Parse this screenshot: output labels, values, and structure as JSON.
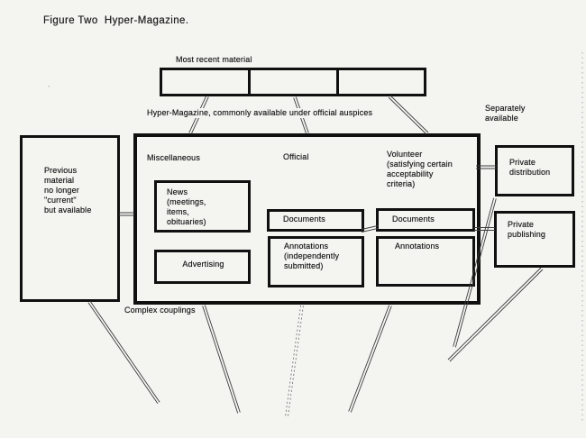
{
  "figure_title": "Figure Two  Hyper-Magazine.",
  "annotations": {
    "most_recent": "Most recent material",
    "availability": "Hyper-Magazine, commonly available under official auspices",
    "separately_available": "Separately\navailable",
    "complex_couplings": "Complex couplings"
  },
  "columns": {
    "miscellaneous": "Miscellaneous",
    "official": "Official",
    "volunteer": "Volunteer\n(satisfying certain\nacceptability\ncriteria)"
  },
  "boxes": {
    "previous_material": "Previous\nmaterial\nno longer\n\"current\"\nbut available",
    "news": "News\n(meetings,\nitems,\nobituaries)",
    "advertising": "Advertising",
    "documents_official": "Documents",
    "annotations_official": "Annotations\n(independently\nsubmitted)",
    "documents_volunteer": "Documents",
    "annotations_volunteer": "Annotations",
    "private_distribution": "Private\ndistribution",
    "private_publishing": "Private\npublishing"
  }
}
